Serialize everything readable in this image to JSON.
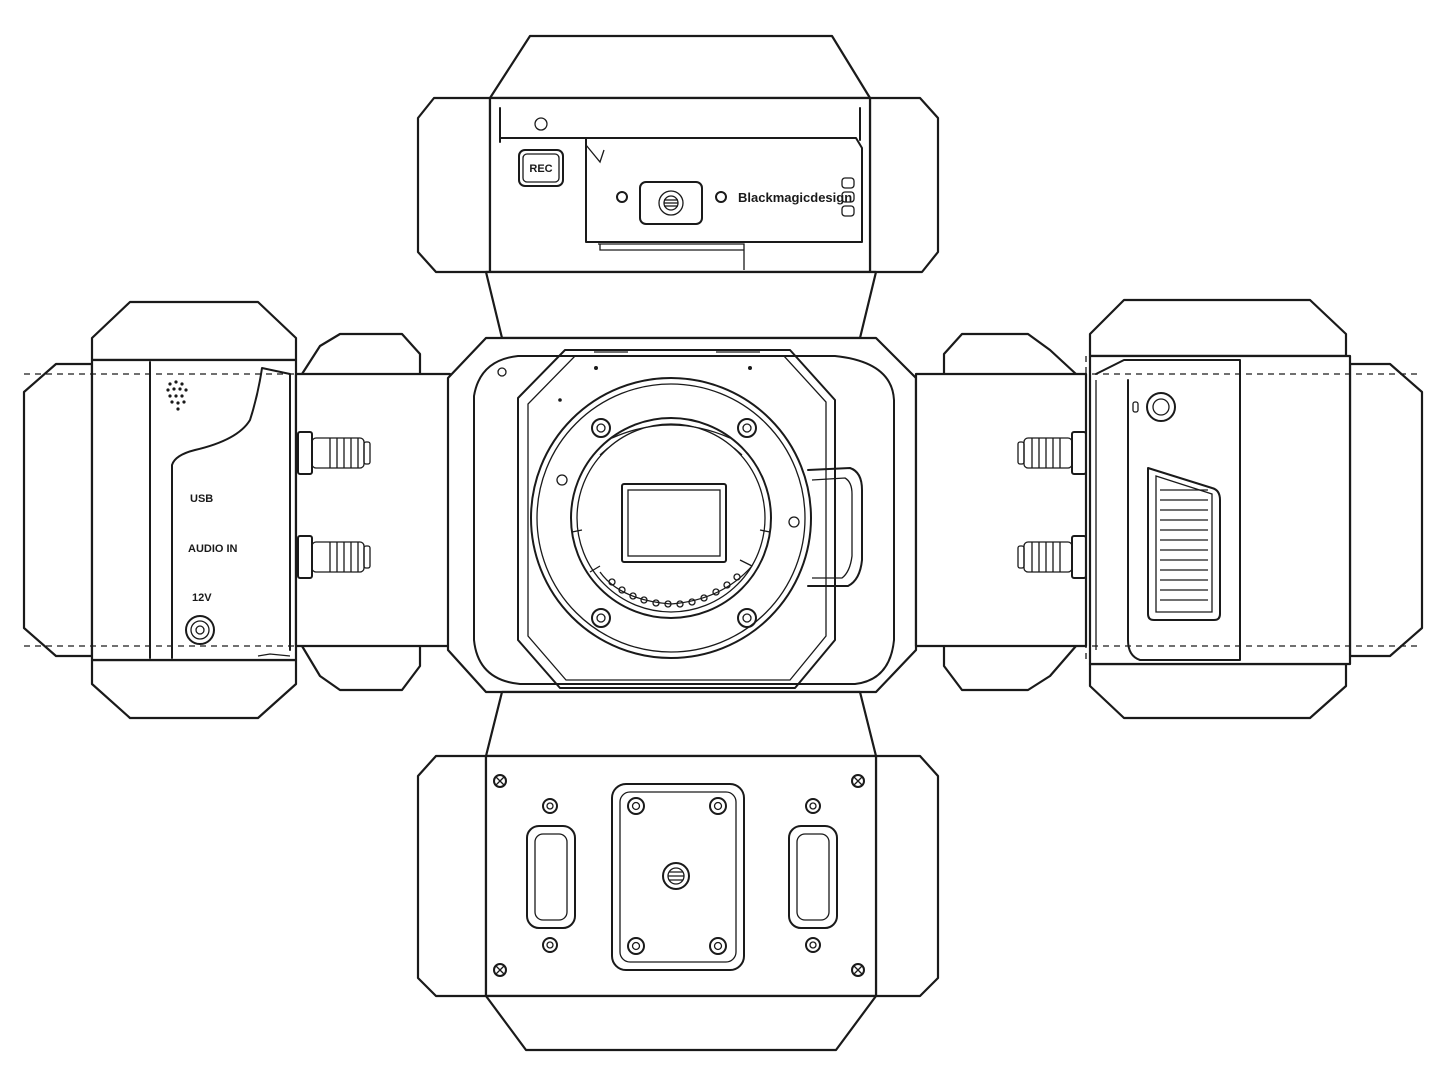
{
  "labels": {
    "rec": "REC",
    "brand": "Blackmagicdesign",
    "usb": "USB",
    "audio_in": "AUDIO IN",
    "power": "12V"
  },
  "colors": {
    "line": "#1a1a1a",
    "paper": "#ffffff"
  }
}
